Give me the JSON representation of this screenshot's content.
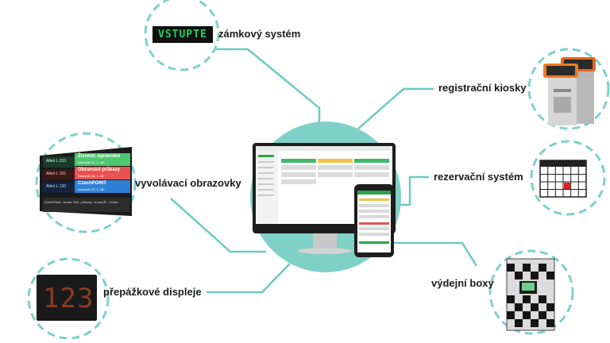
{
  "colors": {
    "accent": "#7fd1c8",
    "line": "#6ccbc1",
    "sign_green": "#1bd26a",
    "call_green": "#4ec86f",
    "call_red": "#ea5252",
    "call_blue": "#2f7fd6",
    "calendar_mark": "#e21f1f"
  },
  "labels": {
    "lock_sign": "VSTUPTE",
    "lock_system": "zámkový systém",
    "kiosks": "registrační kiosky",
    "reservation": "rezervační systém",
    "call_screens": "vyvolávací obrazovky",
    "counter_displays": "přepážkové displeje",
    "pickup_boxes": "výdejní boxy"
  },
  "call_screen": {
    "rows": [
      {
        "ticket": "Allert L 333",
        "service": "Živnost. oprávnění",
        "sub": "Kancelář 12, 1. NP"
      },
      {
        "ticket": "Allert L 101",
        "service": "Občanské průkazy",
        "sub": "Kancelář 15, 1. NP"
      },
      {
        "ticket": "Allert L 130",
        "service": "CzechPOINT",
        "sub": "Kancelář 22, 1. NP"
      }
    ],
    "footer": [
      "CzechPoint - fronta",
      "Obč. průkazy - fronta",
      "ŽL - fronta"
    ]
  },
  "counter_display": {
    "number": "123"
  }
}
